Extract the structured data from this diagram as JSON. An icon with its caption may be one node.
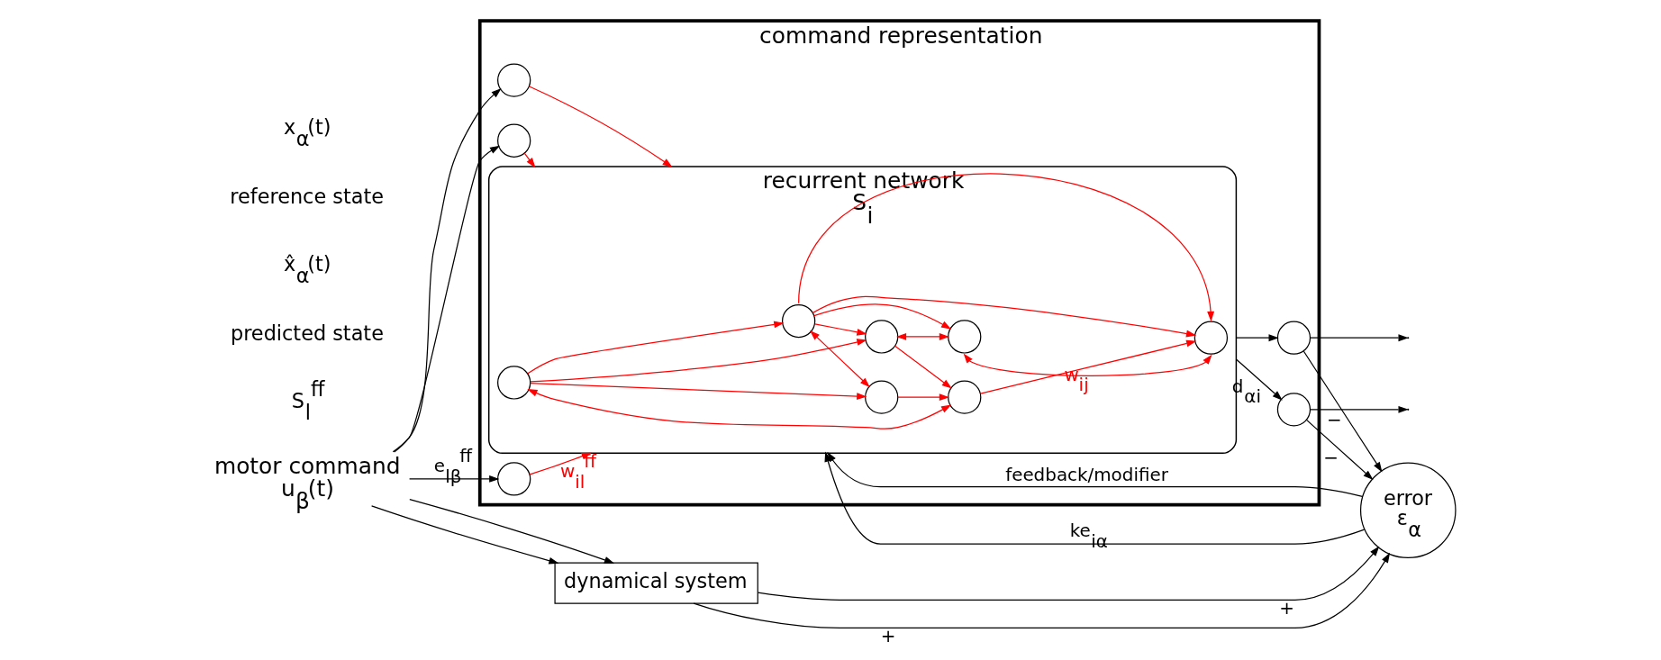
{
  "diagram": {
    "nodes": [
      {
        "text": [
          "command representation"
        ]
      },
      {
        "text": [
          "motor command",
          "u$_{β}$(t)"
        ]
      },
      {
        "text": [],
        "shape": "circle",
        "in": 0
      },
      {
        "text": [],
        "shape": "circle",
        "in": 0
      },
      {
        "text": [],
        "shape": "circle",
        "in": 0
      },
      {
        "text": [
          "recurrent network"
        ],
        "in": 0,
        "beside": [
          "S$_{i}$"
        ]
      },
      {
        "text": [],
        "shape": "circle",
        "in": 5
      },
      {
        "text": [],
        "shape": "circle",
        "in": 5
      },
      {
        "text": [],
        "shape": "circle",
        "in": 5
      },
      {
        "text": [],
        "shape": "circle",
        "in": 5
      },
      {
        "text": [],
        "shape": "circle",
        "in": 5
      },
      {
        "text": [],
        "shape": "circle",
        "in": 5
      },
      {
        "text": [],
        "shape": "circle",
        "in": 5
      },
      {
        "text": [],
        "shape": "circle",
        "in": 0
      },
      {
        "text": [],
        "shape": "circle",
        "in": 0
      },
      {
        "text": [
          "error",
          "ε$_{α}$"
        ]
      },
      {
        "text": [
          "dynamical system"
        ]
      }
    ],
    "edges": [
      {
        "from": 1,
        "to": 2,
        "arrow": "to",
        "color": "#000000"
      },
      {
        "from": 1,
        "to": 3,
        "arrow": "to",
        "color": "#000000"
      },
      {
        "from": 1,
        "to": 4,
        "arrow": "to",
        "color": "#000000",
        "label": "e$_{lβ}$$^{ff}$"
      },
      {
        "from": 1,
        "to": 16,
        "arrow": "to",
        "color": "#000000"
      },
      {
        "from": 1,
        "to": 16,
        "arrow": "to",
        "color": "#000000"
      },
      {
        "from": 2,
        "to": 5,
        "arrow": "to",
        "color": "#ff0000"
      },
      {
        "from": 3,
        "to": 5,
        "arrow": "to",
        "color": "#ff0000"
      },
      {
        "from": 4,
        "to": 5,
        "arrow": "to",
        "color": "#ff0000",
        "label": "w$_{il}$$^{ff}$"
      },
      {
        "from": 6,
        "to": 8,
        "arrow": "to",
        "color": "#ff0000"
      },
      {
        "from": 6,
        "to": 10,
        "arrow": "to",
        "color": "#ff0000"
      },
      {
        "from": 6,
        "to": 12,
        "arrow": "to",
        "color": "#ff0000"
      },
      {
        "from": 6,
        "to": 12,
        "arrow": "to",
        "color": "#ff0000"
      },
      {
        "from": 7,
        "to": 6,
        "arrow": "to",
        "color": "#ff0000"
      },
      {
        "from": 6,
        "to": 9,
        "arrow": "both",
        "color": "#ff0000"
      },
      {
        "from": 7,
        "to": 8,
        "arrow": "to",
        "color": "#ff0000"
      },
      {
        "from": 7,
        "to": 9,
        "arrow": "to",
        "color": "#ff0000"
      },
      {
        "from": 7,
        "to": 11,
        "arrow": "both",
        "color": "#ff0000"
      },
      {
        "from": 8,
        "to": 10,
        "arrow": "both",
        "color": "#ff0000"
      },
      {
        "from": 8,
        "to": 11,
        "arrow": "to",
        "color": "#ff0000"
      },
      {
        "from": 9,
        "to": 11,
        "arrow": "to",
        "color": "#ff0000"
      },
      {
        "from": 10,
        "to": 12,
        "arrow": "both",
        "color": "#ff0000"
      },
      {
        "from": 11,
        "to": 12,
        "arrow": "to",
        "color": "#ff0000",
        "label": "w$_{ij}$"
      },
      {
        "from": 5,
        "to": 13,
        "arrow": "to",
        "color": "#000000"
      },
      {
        "from": 5,
        "to": 14,
        "arrow": "to",
        "color": "#000000",
        "label": "d$_{αi}$"
      },
      {
        "from": 13,
        "to": null,
        "arrow": "to",
        "color": "#000000"
      },
      {
        "from": 14,
        "to": null,
        "arrow": "to",
        "color": "#000000"
      },
      {
        "from": 13,
        "to": 15,
        "arrow": "to",
        "color": "#000000",
        "label": "−"
      },
      {
        "from": 14,
        "to": 15,
        "arrow": "to",
        "color": "#000000",
        "label": "−"
      },
      {
        "from": 16,
        "to": 15,
        "arrow": "to",
        "color": "#000000",
        "label": "+"
      },
      {
        "from": 16,
        "to": 15,
        "arrow": "to",
        "color": "#000000",
        "label": "+"
      },
      {
        "from": 15,
        "to": 5,
        "arrow": "to",
        "color": "#000000",
        "label": "feedback/modifier"
      },
      {
        "from": 15,
        "to": 5,
        "arrow": "to",
        "color": "#000000",
        "label": "ke$_{iα}$"
      }
    ],
    "labels": [
      "S$_{l}$$^{ff}$",
      "predicted state",
      "x̂$_{α}$(t)",
      "reference state",
      "x$_{α}$(t)"
    ]
  }
}
